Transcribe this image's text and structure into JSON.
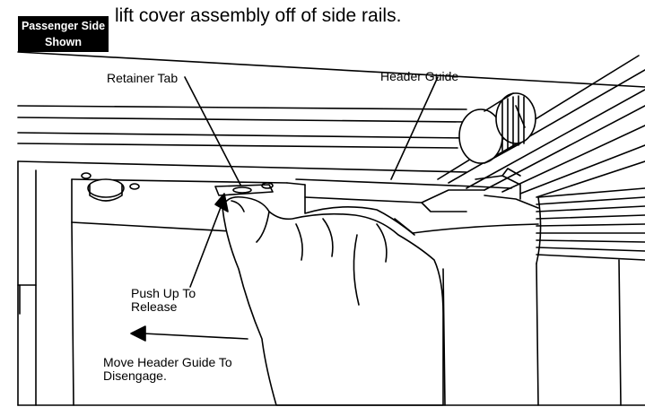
{
  "badge": {
    "line1": "Passenger Side",
    "line2": "Shown"
  },
  "caption": "lift cover assembly off of side rails.",
  "labels": {
    "retainer_tab": "Retainer Tab",
    "header_guide": "Header Guide",
    "push_up_line1": "Push Up To",
    "push_up_line2": "Release",
    "move_line1": "Move Header Guide To",
    "move_line2": "Disengage."
  },
  "colors": {
    "ink": "#000000",
    "paper": "#ffffff",
    "badge_bg": "#000000",
    "badge_text": "#ffffff"
  }
}
